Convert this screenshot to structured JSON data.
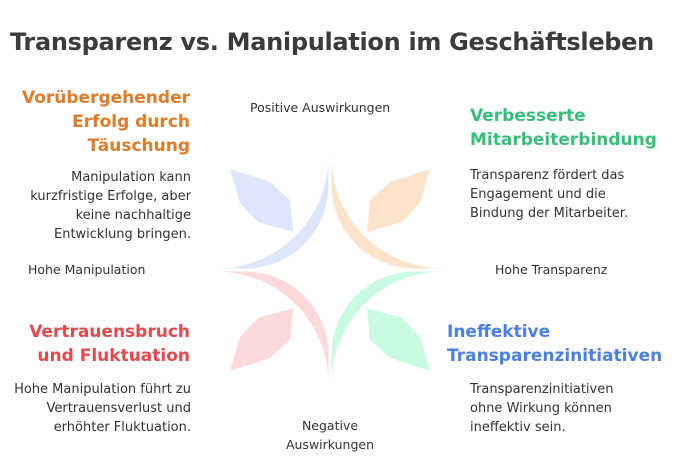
{
  "title": "Transparenz vs. Manipulation im Geschäftsleben",
  "axes": {
    "top": "Positive Auswirkungen",
    "bottom": "Negative Auswirkungen",
    "left": "Hohe Manipulation",
    "right": "Hohe Transparenz"
  },
  "quadrants": {
    "top_left": {
      "title": "Vorübergehender Erfolg durch Täuschung",
      "text": "Manipulation kann kurzfristige Erfolge, aber keine nachhaltige Entwicklung bringen.",
      "color": "#e07b2a",
      "fill": "#dce7fc"
    },
    "top_right": {
      "title": "Verbesserte Mitarbeiterbindung",
      "text": "Transparenz fördert das Engagement und die Bindung der Mitarbeiter.",
      "color": "#36bf78",
      "fill": "#fde3cb"
    },
    "bottom_left": {
      "title": "Vertrauensbruch und Fluktuation",
      "text": "Hohe Manipulation führt zu Vertrauensverlust und erhöhter Fluktuation.",
      "color": "#e5484d",
      "fill": "#fddada"
    },
    "bottom_right": {
      "title": "Ineffektive Transparenzinitiativen",
      "text": "Transparenzinitiativen ohne Wirkung können ineffektiv sein.",
      "color": "#4a80e6",
      "fill": "#c9fbe2"
    }
  }
}
